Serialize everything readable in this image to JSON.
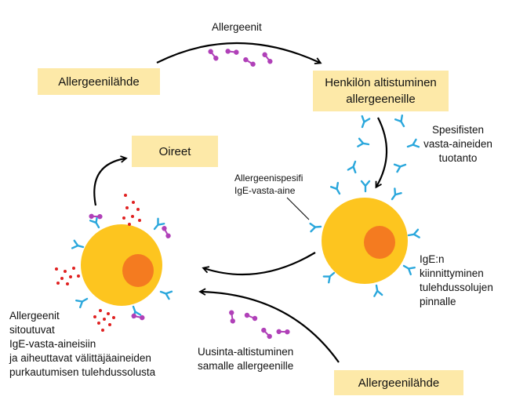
{
  "boxes": {
    "source_top": "Allergeenilähde",
    "exposure": [
      "Henkilön altistuminen",
      "allergeeneille"
    ],
    "symptoms": "Oireet",
    "source_bottom": "Allergeenilähde"
  },
  "labels": {
    "allergens_top": "Allergeenit",
    "antibody_production": [
      "Spesifisten",
      "vasta-aineiden",
      "tuotanto"
    ],
    "ige_specific": [
      "Allergeenispesifi",
      "IgE-vasta-aine"
    ],
    "ige_binding": [
      "IgE:n",
      "kiinnittyminen",
      "tulehdussolujen",
      "pinnalle"
    ],
    "re_exposure": [
      "Uusinta-altistuminen",
      "samalle allergeenille"
    ],
    "allergens_binding": [
      "Allergeenit",
      "sitoutuvat",
      "IgE-vasta-aineisiin",
      "ja aiheuttavat välittäjäaineiden",
      "purkautumisen tulehdussolusta"
    ]
  },
  "colors": {
    "box_fill": "#fde9a8",
    "cell": "#fdc51f",
    "nucleus": "#f47b20",
    "antibody": "#2aa7dc",
    "allergen": "#b040b8",
    "mediator": "#e02020",
    "arrow": "#000000"
  }
}
